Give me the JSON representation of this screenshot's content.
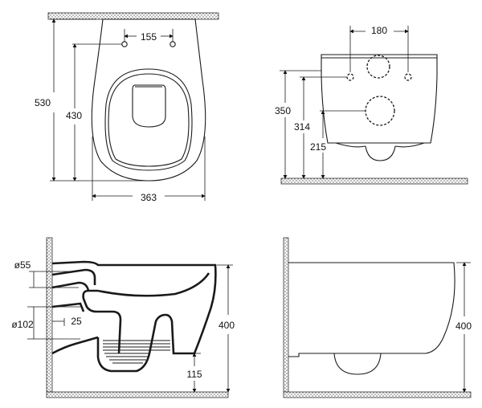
{
  "top_view": {
    "width": "363",
    "height_total": "530",
    "height_bowl": "430",
    "bolt_spacing": "155"
  },
  "back_view": {
    "bolt_spacing": "180",
    "height_350": "350",
    "height_314": "314",
    "height_215": "215"
  },
  "section_view": {
    "inlet_diameter": "ø55",
    "outlet_diameter": "ø102",
    "outlet_offset": "25",
    "height": "400",
    "water_depth": "115"
  },
  "side_view": {
    "height": "400"
  }
}
